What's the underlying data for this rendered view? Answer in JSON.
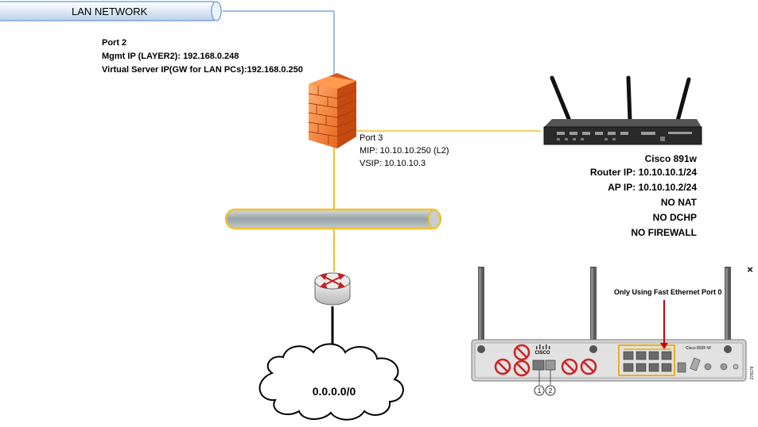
{
  "lan_bus": {
    "label": "LAN NETWORK"
  },
  "port2": {
    "title": "Port 2",
    "mgmt_ip": "Mgmt IP (LAYER2): 192.168.0.248",
    "virtual_ip": "Virtual Server IP(GW for LAN PCs):192.168.0.250"
  },
  "port3": {
    "title": "Port 3",
    "mip": "MIP: 10.10.10.250 (L2)",
    "vsip": "VSIP: 10.10.10.3"
  },
  "cisco": {
    "model": "Cisco 891w",
    "router_ip": "Router IP: 10.10.10.1/24",
    "ap_ip": "AP IP: 10.10.10.2/24",
    "nat": "NO NAT",
    "dhcp": "NO DCHP",
    "firewall": "NO FIREWALL"
  },
  "photo": {
    "note": "Only Using Fast Ethernet Port 0",
    "close_mark": "×",
    "brand": "CISCO",
    "model_label": "Cisco 892F-W",
    "callout_1": "1",
    "callout_2": "2",
    "serial": "278179"
  },
  "cloud": {
    "label": "0.0.0.0/0"
  },
  "colors": {
    "lan_line": "#7fa7d8",
    "wan_line": "#f0c030",
    "bus_fill": "#a9b2b4",
    "bus_border": "#f0c030",
    "firewall": "#f07a30",
    "prohibit": "#cc2222",
    "highlight": "#e8b020",
    "arrow": "#cc0000"
  }
}
